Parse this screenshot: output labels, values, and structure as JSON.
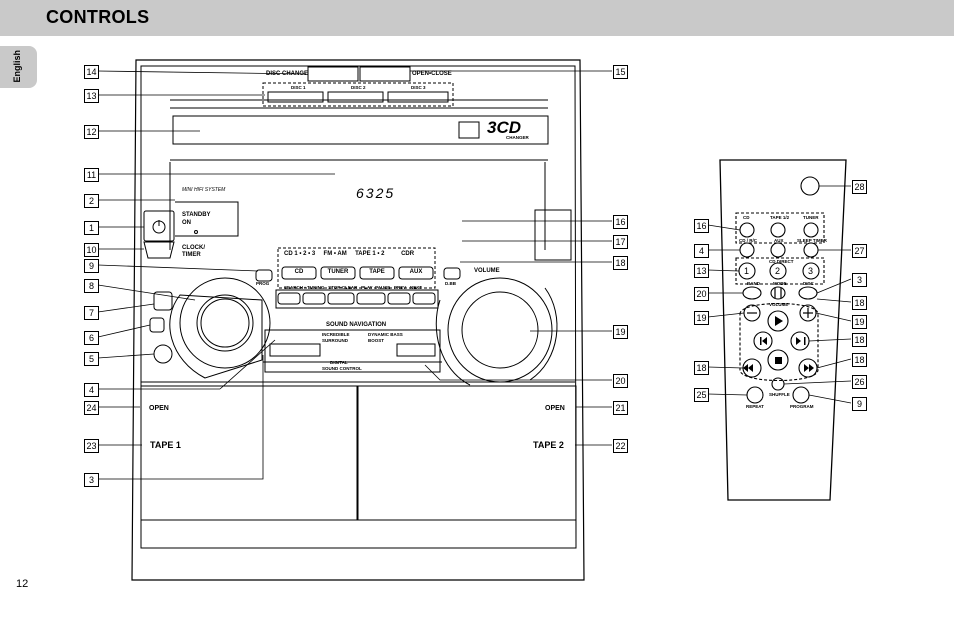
{
  "page": {
    "title": "CONTROLS",
    "language_tab": "English",
    "page_number": "12"
  },
  "unit_labels": {
    "disc_change": "DISC CHANGE",
    "open_close": "OPEN•CLOSE",
    "disc1": "DISC 1",
    "disc2": "DISC 2",
    "disc3": "DISC 3",
    "cd_logo": "3CD",
    "cd_logo_sub": "CHANGER",
    "mini_hifi": "MINI HIFI SYSTEM",
    "standby": "STANDBY",
    "on": "ON",
    "clock": "CLOCK/",
    "timer": "TIMER",
    "display_digits": "6325",
    "source_row": "CD 1 • 2 • 3     FM • AM     TAPE 1 • 2          CDR",
    "prog": "PROG",
    "dbb": "D.BB",
    "btn_cd": "CD",
    "btn_tuner": "TUNER",
    "btn_tape": "TAPE",
    "btn_aux": "AUX",
    "transport_labels": "SEARCH • TUNING   STOP•CLEAR   PLAY  PAUSE   PREV   NEXT",
    "volume": "VOLUME",
    "sound_nav": "SOUND NAVIGATION",
    "incredible": "INCREDIBLE",
    "surround": "SURROUND",
    "dynamic_bass": "DYNAMIC BASS",
    "boost": "BOOST",
    "digital": "DIGITAL",
    "sound_control": "SOUND CONTROL",
    "open_left": "OPEN",
    "open_right": "OPEN",
    "tape1": "TAPE 1",
    "tape2": "TAPE 2"
  },
  "unit_callouts": {
    "left": [
      "14",
      "13",
      "12",
      "11",
      "2",
      "1",
      "10",
      "9",
      "8",
      "7",
      "6",
      "5",
      "4",
      "24",
      "23",
      "3"
    ],
    "right": [
      "15",
      "16",
      "17",
      "18",
      "19",
      "20",
      "21",
      "22"
    ]
  },
  "remote": {
    "labels": {
      "cd": "CD",
      "tape": "TAPE 1/2",
      "tuner": "TUNER",
      "cdr": "CD / R/C",
      "aux": "AUX",
      "sleep": "SLEEP TIMER",
      "cd_direct": "CD DIRECT",
      "one": "1",
      "two": "2",
      "three": "3",
      "band": "BAND",
      "mode": "MODE",
      "disc": "DISC",
      "volume": "VOLUME",
      "shuffle": "SHUFFLE",
      "repeat": "REPEAT",
      "program": "PROGRAM"
    },
    "callouts_left": [
      "16",
      "4",
      "13",
      "20",
      "19",
      "18",
      "25"
    ],
    "callouts_right": [
      "28",
      "27",
      "3",
      "18",
      "19",
      "18",
      "18",
      "26",
      "9"
    ]
  }
}
